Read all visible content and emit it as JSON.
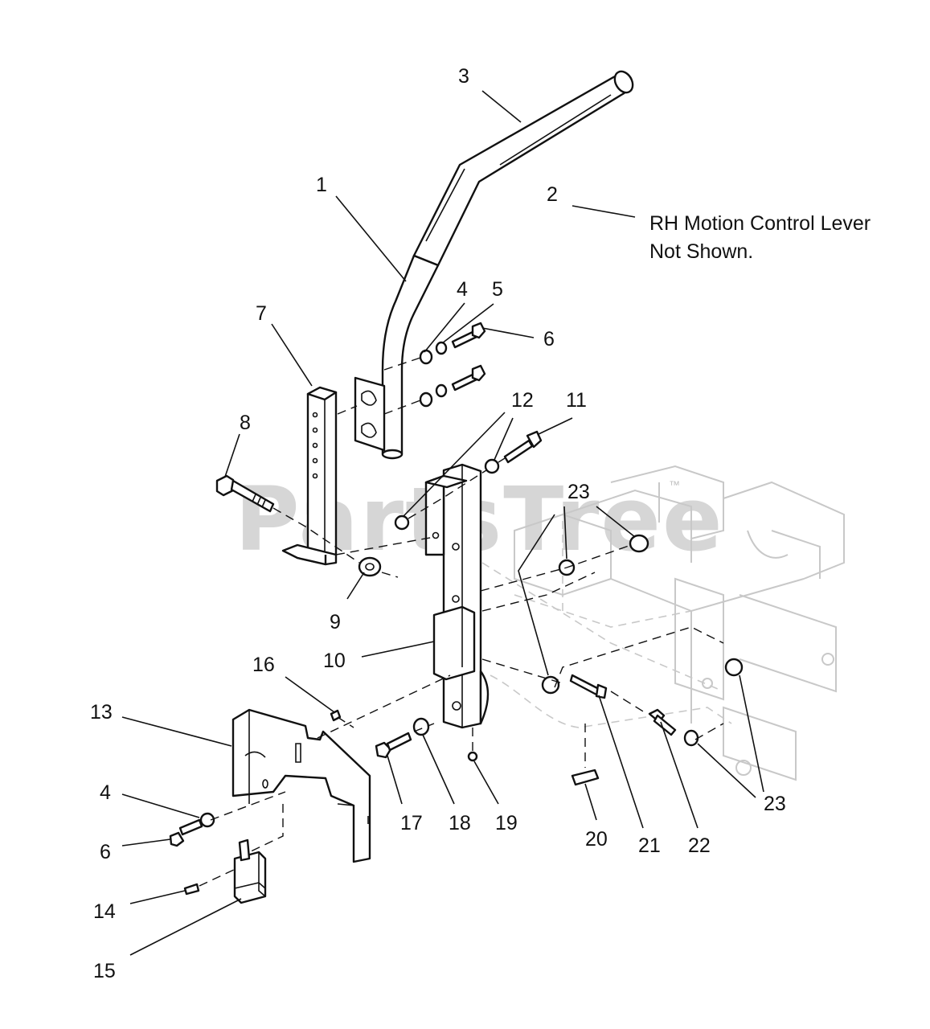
{
  "diagram": {
    "watermark": "PartsTree",
    "watermark_tm": "™",
    "note": {
      "line1": "RH Motion Control Lever",
      "line2": "Not Shown."
    },
    "callouts": [
      {
        "id": "1",
        "label": "1"
      },
      {
        "id": "2",
        "label": "2"
      },
      {
        "id": "3",
        "label": "3"
      },
      {
        "id": "4a",
        "label": "4"
      },
      {
        "id": "4b",
        "label": "4"
      },
      {
        "id": "5",
        "label": "5"
      },
      {
        "id": "6a",
        "label": "6"
      },
      {
        "id": "6b",
        "label": "6"
      },
      {
        "id": "7",
        "label": "7"
      },
      {
        "id": "8",
        "label": "8"
      },
      {
        "id": "9",
        "label": "9"
      },
      {
        "id": "10",
        "label": "10"
      },
      {
        "id": "11",
        "label": "11"
      },
      {
        "id": "12",
        "label": "12"
      },
      {
        "id": "13",
        "label": "13"
      },
      {
        "id": "14",
        "label": "14"
      },
      {
        "id": "15",
        "label": "15"
      },
      {
        "id": "16",
        "label": "16"
      },
      {
        "id": "17",
        "label": "17"
      },
      {
        "id": "18",
        "label": "18"
      },
      {
        "id": "19",
        "label": "19"
      },
      {
        "id": "20",
        "label": "20"
      },
      {
        "id": "21",
        "label": "21"
      },
      {
        "id": "22",
        "label": "22"
      },
      {
        "id": "23a",
        "label": "23"
      },
      {
        "id": "23b",
        "label": "23"
      }
    ]
  }
}
